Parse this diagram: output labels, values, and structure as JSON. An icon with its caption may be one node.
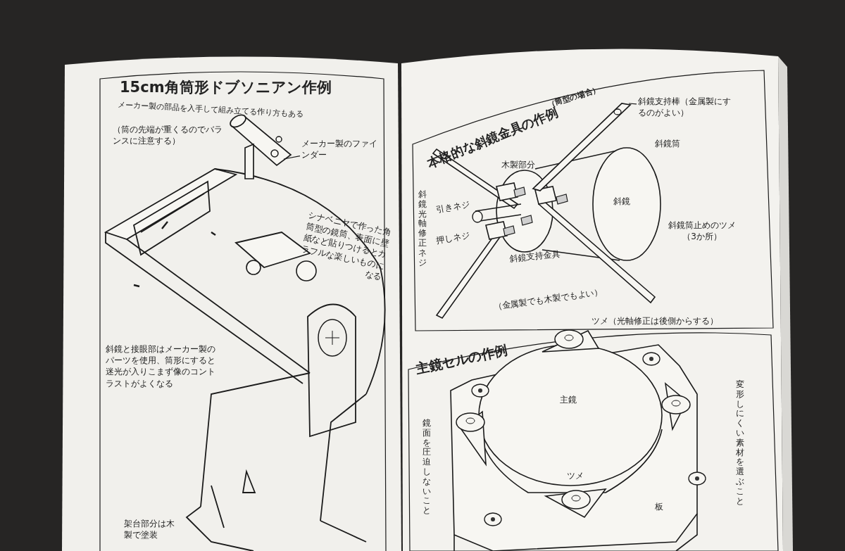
{
  "diagram": {
    "nodes": [
      {
        "text": [
          "メーカー製のファインダー"
        ]
      },
      {
        "text": [],
        "shape": "picture"
      },
      {
        "text": [
          "斜鏡支持棒（金属製にするのがよい）"
        ]
      },
      {
        "text": [],
        "shape": "picture"
      }
    ],
    "edges": [
      {
        "from": 0,
        "to": 1,
        "arrow": "none"
      },
      {
        "from": 2,
        "to": 3,
        "arrow": "none"
      }
    ],
    "labels": [
      "15cm角筒形ドブソニアン作例",
      "メーカー製の部品を入手して組み立てる作り方もある",
      "（筒の先端が重くるのでバランスに注意する）",
      "シナベニヤで作った角筒型の鏡筒、表面に壁紙など貼りつけるとカラフルな楽しいものになる",
      "斜鏡と接眼部はメーカー製のパーツを使用、筒形にすると迷光が入りこまず像のコントラストがよくなる",
      "架台部分は木製で塗装",
      "本格的な斜鏡金具の作例",
      "（筒型の場合）",
      "木製部分",
      "斜鏡筒",
      "斜鏡",
      "引きネジ",
      "押しネジ",
      "斜鏡光軸修正ネジ",
      "斜鏡支持金具",
      "斜鏡筒止めのツメ（3か所）",
      "（金属製でも木製でもよい）",
      "主鏡セルの作例",
      "ツメ（光軸修正は後側からする）",
      "主鏡",
      "ツメ",
      "板",
      "鏡面を圧迫しないこと",
      "変形しにくい素材を選ぶこと"
    ]
  }
}
